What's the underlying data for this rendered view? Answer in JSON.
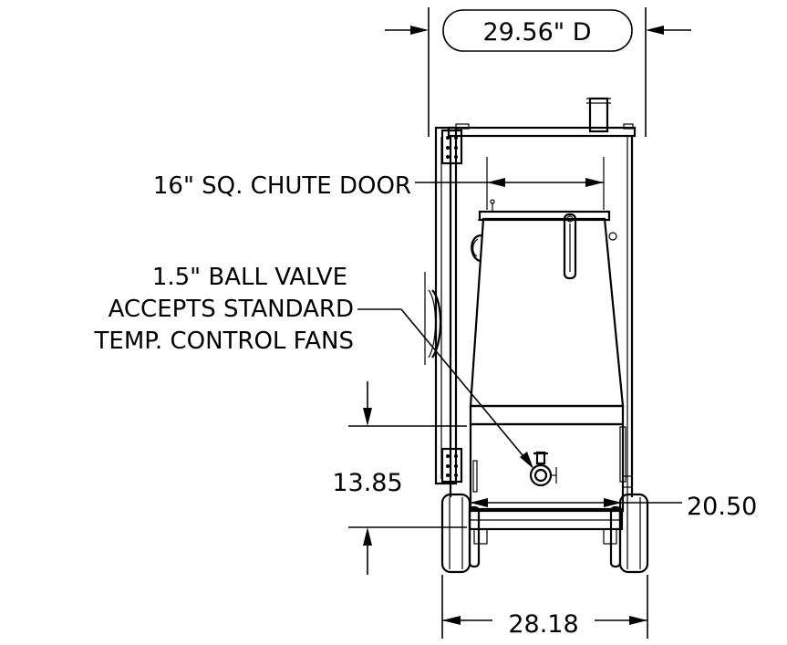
{
  "dimensions": {
    "depth": "29.56\" D",
    "height": "13.85",
    "inner_width": "20.50",
    "outer_width": "28.18"
  },
  "callouts": {
    "chute_door": "16\" SQ. CHUTE DOOR",
    "valve_line1": "1.5\" BALL VALVE",
    "valve_line2": "ACCEPTS STANDARD",
    "valve_line3": "TEMP. CONTROL FANS"
  }
}
